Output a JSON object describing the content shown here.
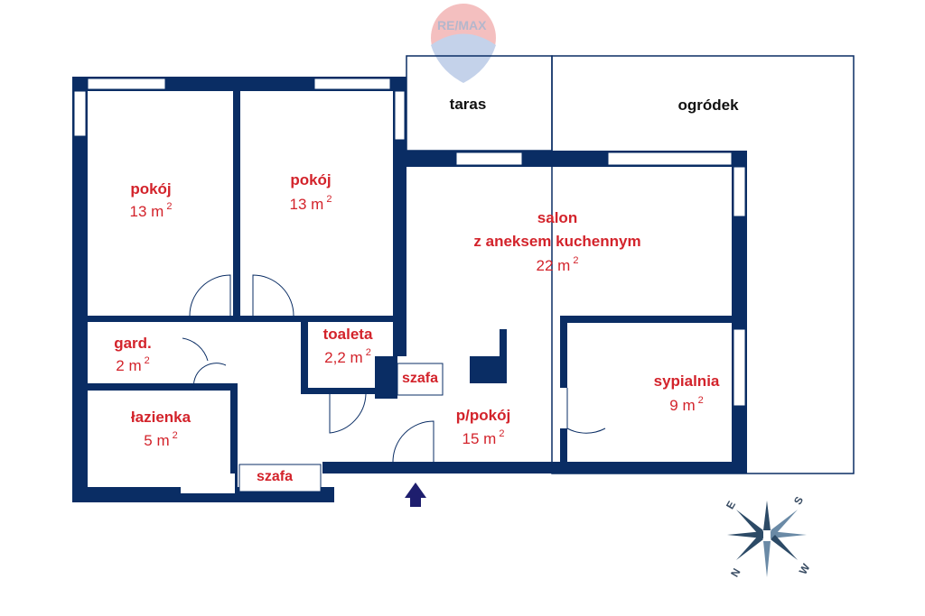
{
  "logo": {
    "text": "RE/MAX"
  },
  "colors": {
    "wall": "#0a2d64",
    "label": "#d3232b",
    "entry_arrow": "#1e1e6e"
  },
  "rooms": [
    {
      "name": "pokój",
      "area": "13 m",
      "unit": "2"
    },
    {
      "name": "pokój",
      "area": "13 m",
      "unit": "2"
    },
    {
      "name": "salon",
      "name2": "z aneksem kuchennym",
      "area": "22 m",
      "unit": "2"
    },
    {
      "name": "toaleta",
      "area": "2,2 m",
      "unit": "2"
    },
    {
      "name": "gard.",
      "area": "2 m",
      "unit": "2"
    },
    {
      "name": "łazienka",
      "area": "5 m",
      "unit": "2"
    },
    {
      "name": "p/pokój",
      "area": "15 m",
      "unit": "2"
    },
    {
      "name": "sypialnia",
      "area": "9 m",
      "unit": "2"
    }
  ],
  "outdoor": {
    "taras": "taras",
    "ogrodek": "ogródek"
  },
  "closets": [
    "szafa",
    "szafa"
  ],
  "compass": {
    "n": "N",
    "s": "S",
    "e": "E",
    "w": "W"
  }
}
